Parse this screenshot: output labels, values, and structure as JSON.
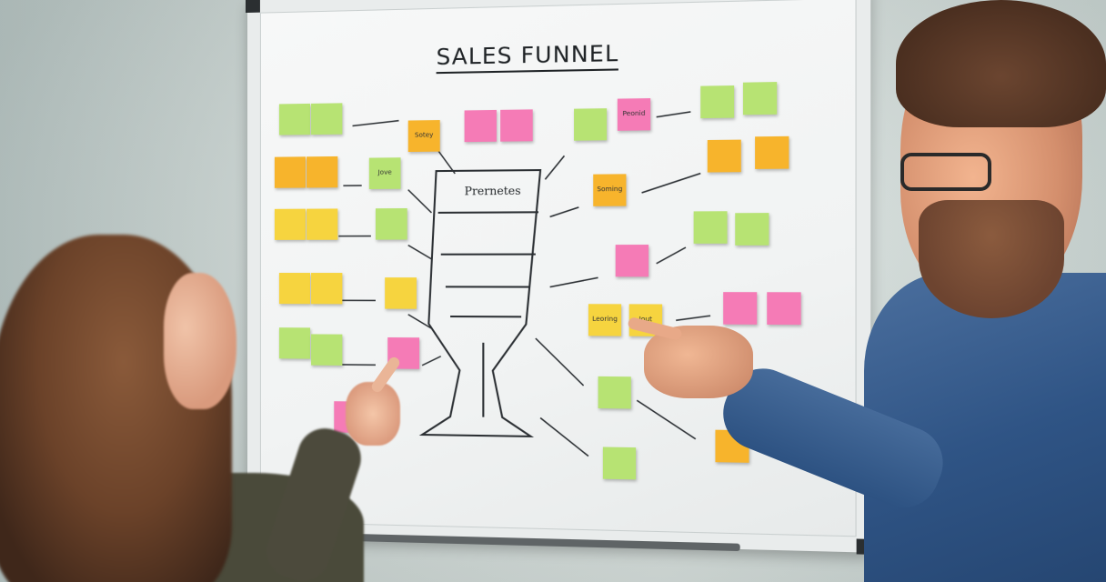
{
  "whiteboard": {
    "title": "SALES FUNNEL",
    "funnel_label": "Prernetes"
  },
  "notes": [
    {
      "text": "",
      "color": "green"
    },
    {
      "text": "",
      "color": "green"
    },
    {
      "text": "Sotey",
      "color": "orange"
    },
    {
      "text": "",
      "color": "pink"
    },
    {
      "text": "",
      "color": "pink"
    },
    {
      "text": "",
      "color": "green"
    },
    {
      "text": "Peonid",
      "color": "pink"
    },
    {
      "text": "",
      "color": "green"
    },
    {
      "text": "",
      "color": "green"
    },
    {
      "text": "",
      "color": "orange"
    },
    {
      "text": "",
      "color": "orange"
    },
    {
      "text": "",
      "color": "orange"
    },
    {
      "text": "",
      "color": "orange"
    },
    {
      "text": "Jove",
      "color": "green"
    },
    {
      "text": "Soming",
      "color": "orange"
    },
    {
      "text": "",
      "color": "yellow"
    },
    {
      "text": "",
      "color": "yellow"
    },
    {
      "text": "",
      "color": "green"
    },
    {
      "text": "",
      "color": "green"
    },
    {
      "text": "",
      "color": "green"
    },
    {
      "text": "",
      "color": "pink"
    },
    {
      "text": "",
      "color": "yellow"
    },
    {
      "text": "",
      "color": "yellow"
    },
    {
      "text": "",
      "color": "yellow"
    },
    {
      "text": "Leoring",
      "color": "yellow"
    },
    {
      "text": "Jout",
      "color": "yellow"
    },
    {
      "text": "",
      "color": "pink"
    },
    {
      "text": "",
      "color": "pink"
    },
    {
      "text": "",
      "color": "green"
    },
    {
      "text": "",
      "color": "green"
    },
    {
      "text": "",
      "color": "pink"
    },
    {
      "text": "",
      "color": "green"
    },
    {
      "text": "",
      "color": "pink"
    },
    {
      "text": "",
      "color": "orange"
    },
    {
      "text": "",
      "color": "green"
    }
  ]
}
